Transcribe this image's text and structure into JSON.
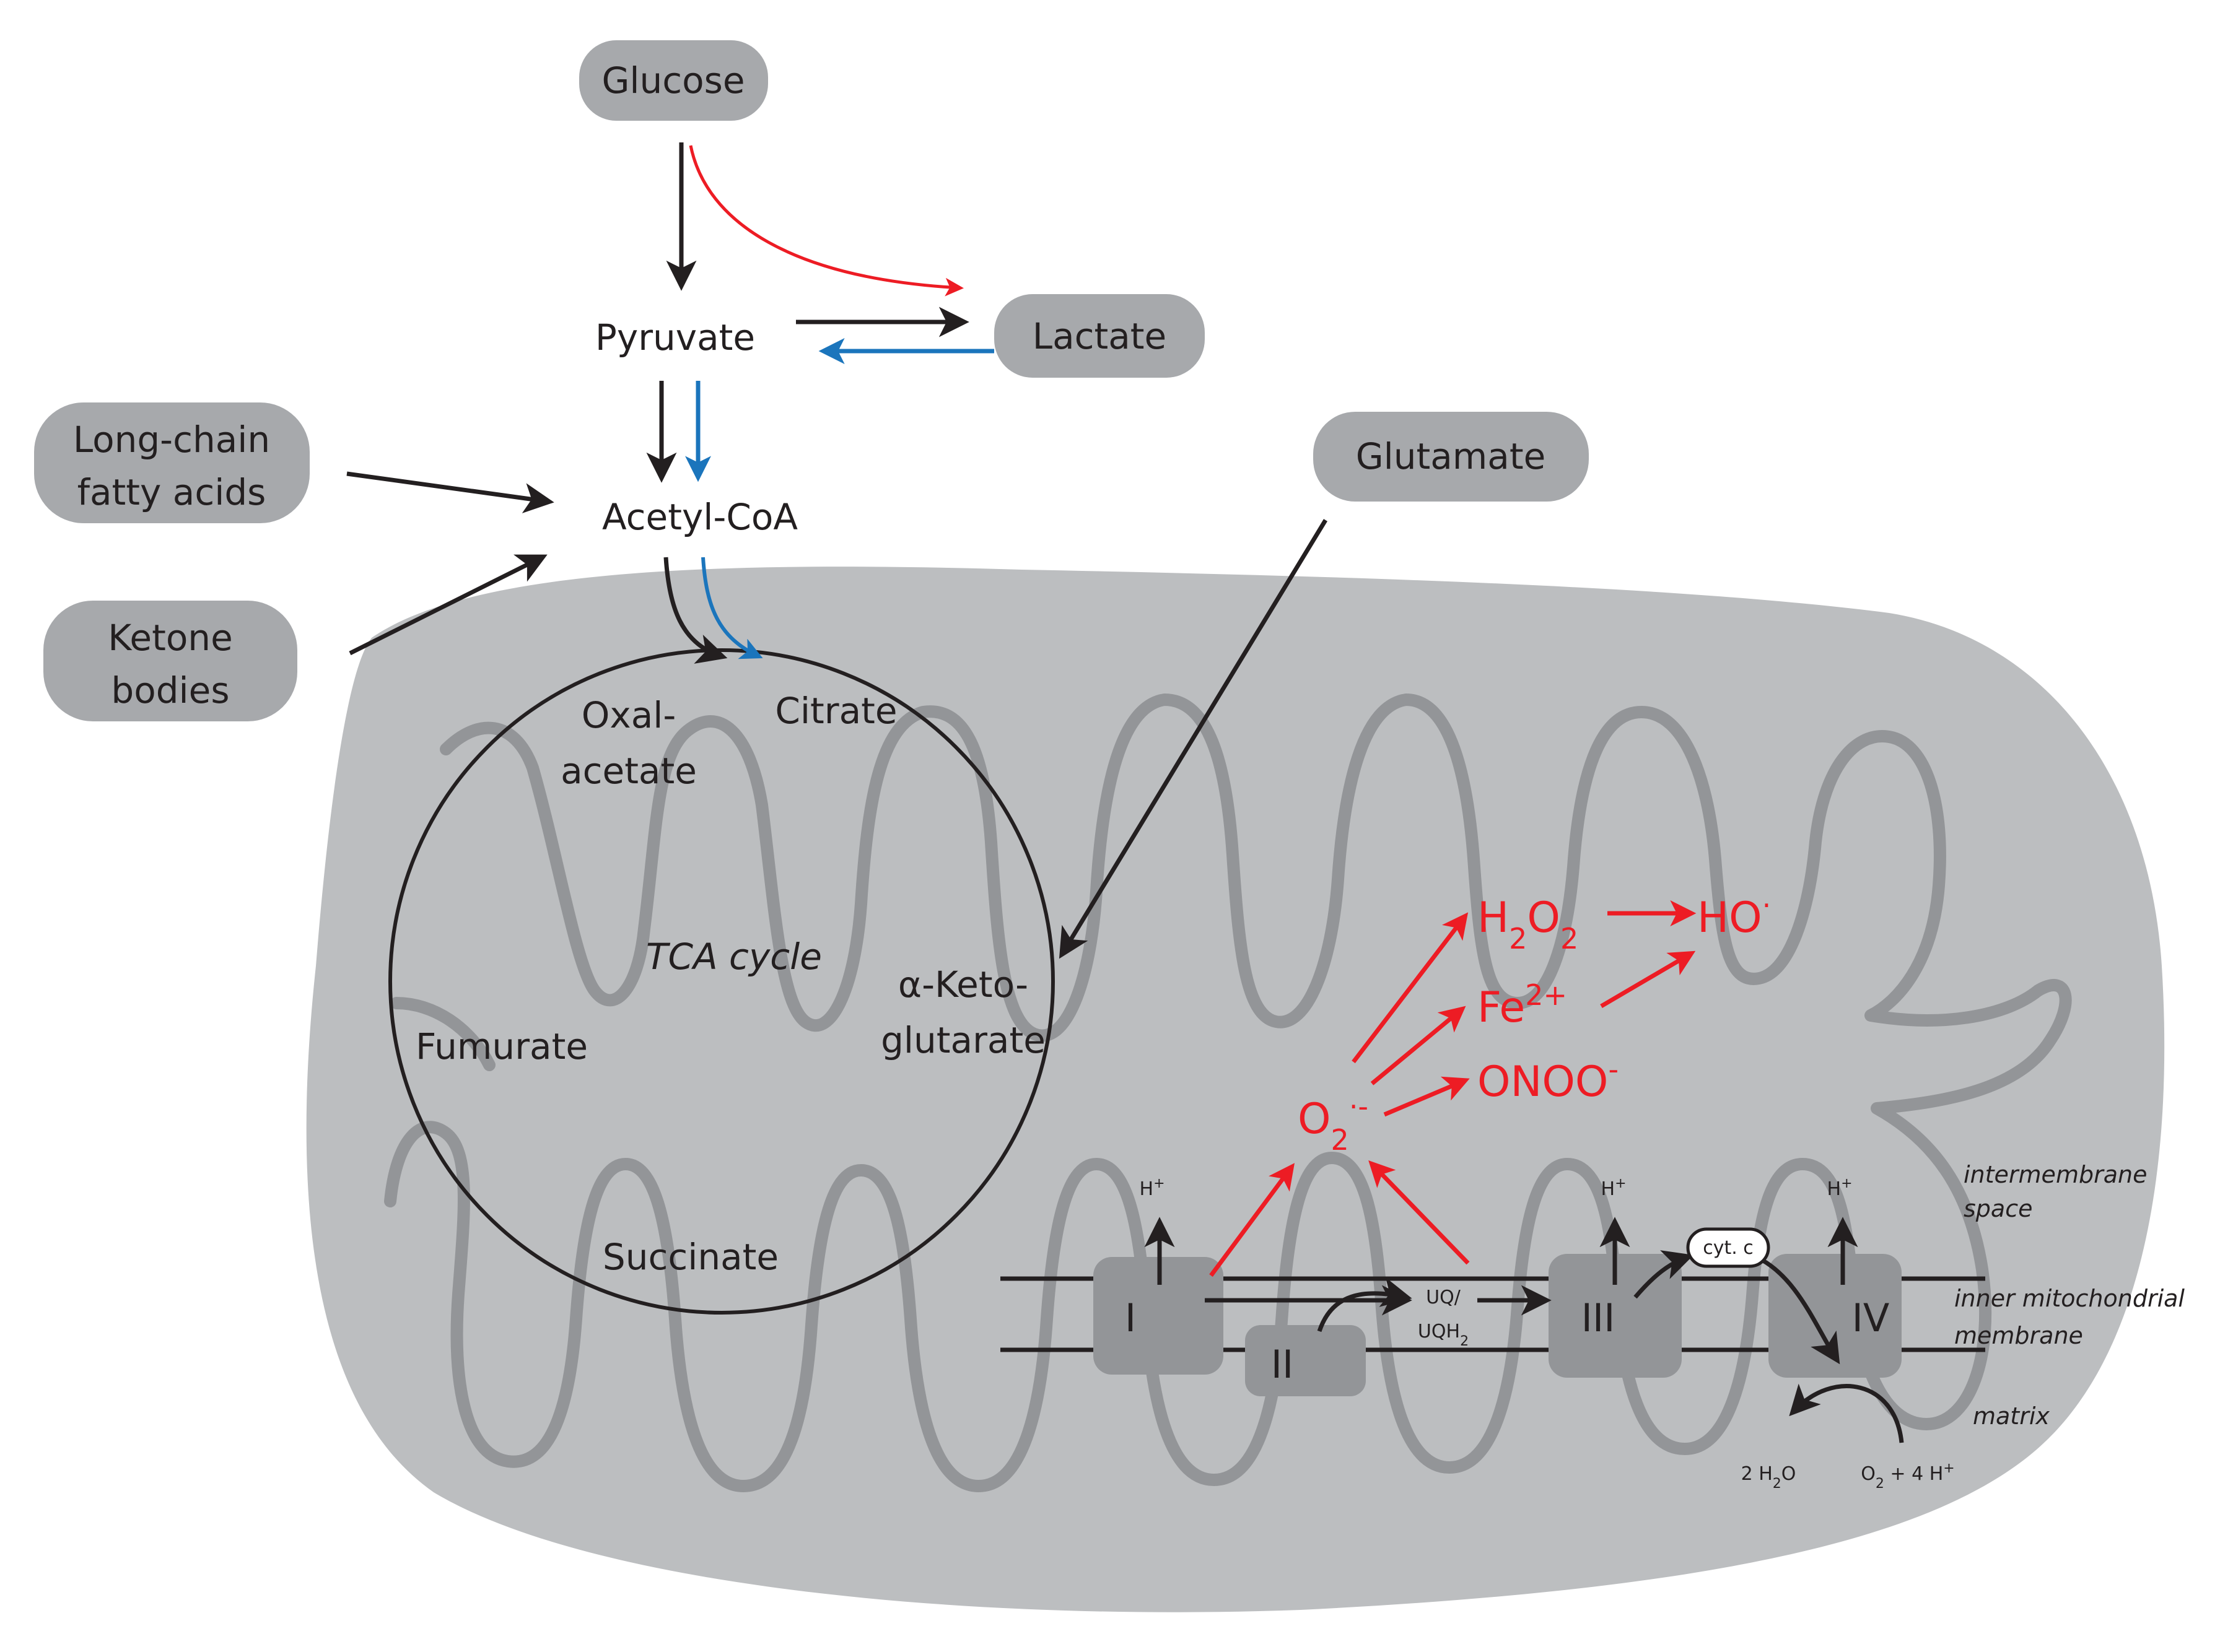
{
  "colors": {
    "black_arrow": "#231f20",
    "red_arrow": "#ed1c24",
    "blue_arrow": "#1b75bc",
    "node_fill": "#a7a9ac",
    "mito_fill": "#bcbec0",
    "cristae": "#939598",
    "complex_fill": "#939598"
  },
  "nodes": {
    "glucose": "Glucose",
    "lactate": "Lactate",
    "fatty_line1": "Long-chain",
    "fatty_line2": "fatty acids",
    "ketone_line1": "Ketone",
    "ketone_line2": "bodies",
    "glutamate": "Glutamate"
  },
  "metabolites": {
    "pyruvate": "Pyruvate",
    "acetylcoa": "Acetyl-CoA"
  },
  "tca": {
    "title": "TCA cycle",
    "oxal_line1": "Oxal-",
    "oxal_line2": "acetate",
    "citrate": "Citrate",
    "akg_line1": "α-Keto-",
    "akg_line2": "glutarate",
    "fumurate": "Fumurate",
    "succinate": "Succinate"
  },
  "ros": {
    "h2o2_main": "H",
    "h2o2_sub1": "2",
    "h2o2_mid": "O",
    "h2o2_sub2": "2",
    "ho_main": "HO",
    "ho_sup": "·",
    "fe_main": "Fe",
    "fe_sup": "2+",
    "onoo_main": "ONOO",
    "onoo_sup": "-",
    "o2_main": "O",
    "o2_sub": "2",
    "o2_sup": "·-"
  },
  "etc": {
    "complex_I": "I",
    "complex_II": "II",
    "complex_III": "III",
    "complex_IV": "IV",
    "h_main": "H",
    "h_sup": "+",
    "cytc": "cyt. c",
    "uq_line1": "UQ/",
    "uq_line2": "UQH",
    "uq_sub": "2",
    "water": "2 H",
    "water_sub": "2",
    "water_end": "O",
    "oxygen": "O",
    "oxygen_sub": "2",
    "oxygen_end": " + 4 H",
    "oxygen_sup": "+"
  },
  "membrane": {
    "intermembrane_line1": "intermembrane",
    "intermembrane_line2": "space",
    "inner_line1": "inner mitochondrial",
    "inner_line2": "membrane",
    "matrix": "matrix"
  }
}
